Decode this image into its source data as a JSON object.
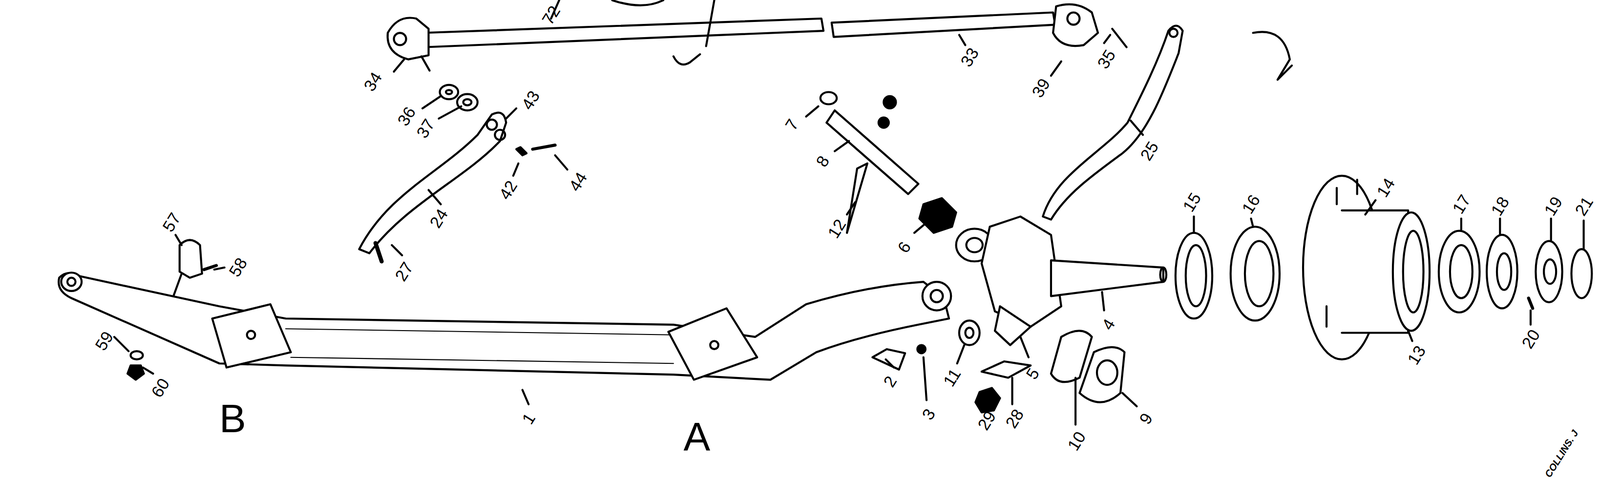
{
  "diagram": {
    "labels": [
      "72",
      "34",
      "36",
      "37",
      "43",
      "42",
      "44",
      "33",
      "39",
      "35",
      "7",
      "8",
      "12",
      "6",
      "25",
      "24",
      "27",
      "57",
      "58",
      "59",
      "60",
      "B",
      "1",
      "A",
      "2",
      "3",
      "11",
      "5",
      "29",
      "28",
      "10",
      "9",
      "4",
      "15",
      "16",
      "14",
      "13",
      "17",
      "18",
      "19",
      "20",
      "21",
      "COLLINS. J"
    ]
  }
}
